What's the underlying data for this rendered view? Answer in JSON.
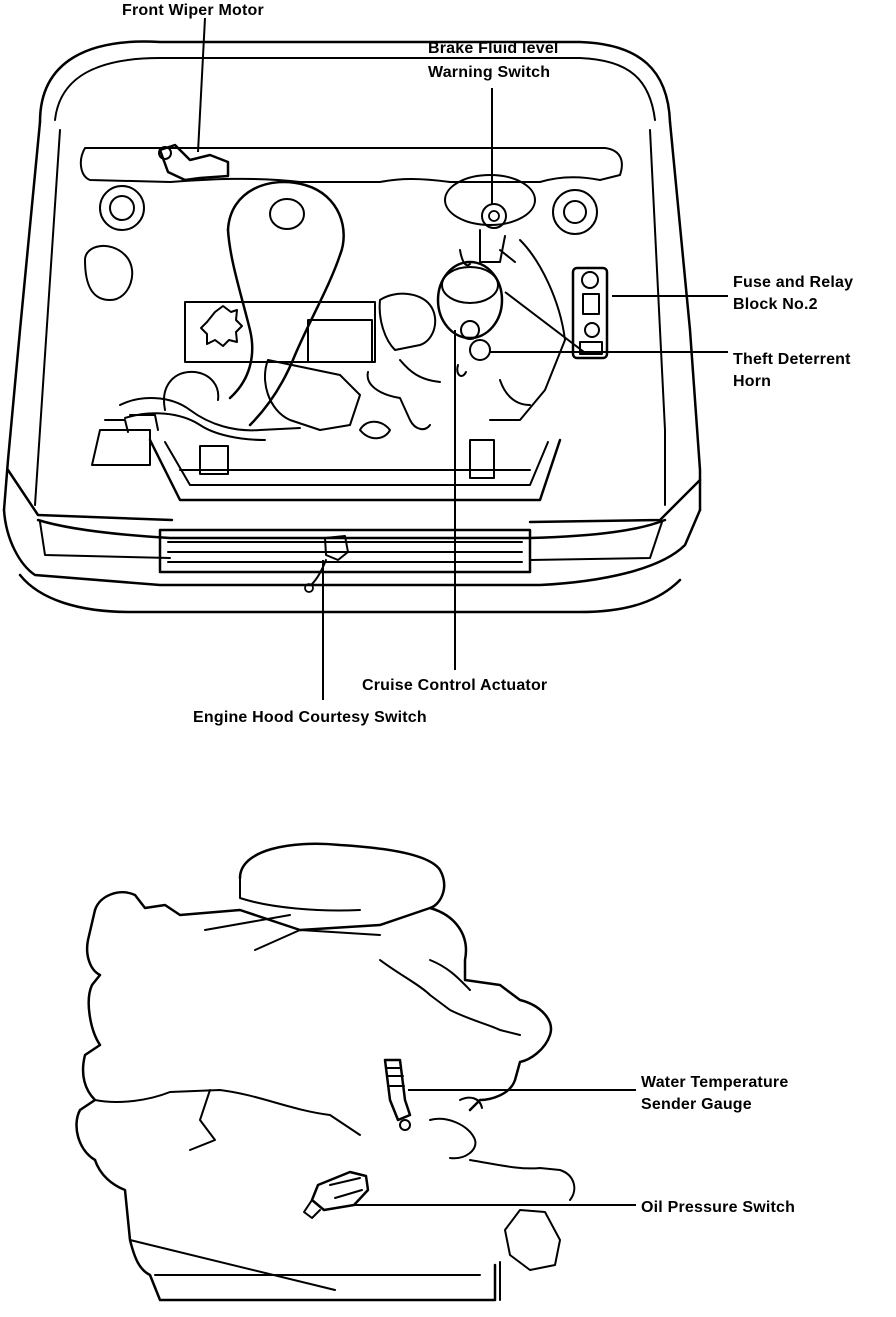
{
  "top_view": {
    "labels": {
      "front_wiper_motor": "Front Wiper Motor",
      "brake_fluid_level_line1": "Brake Fluid level",
      "brake_fluid_level_line2": "Warning Switch",
      "fuse_relay_line1": "Fuse and Relay",
      "fuse_relay_line2": "Block No.2",
      "theft_deterrent_line1": "Theft Deterrent",
      "theft_deterrent_line2": "Horn",
      "cruise_control_actuator": "Cruise Control Actuator",
      "engine_hood_courtesy_switch": "Engine Hood Courtesy Switch"
    }
  },
  "engine_view": {
    "labels": {
      "water_temp_line1": "Water Temperature",
      "water_temp_line2": "Sender Gauge",
      "oil_pressure_switch": "Oil Pressure Switch"
    }
  }
}
